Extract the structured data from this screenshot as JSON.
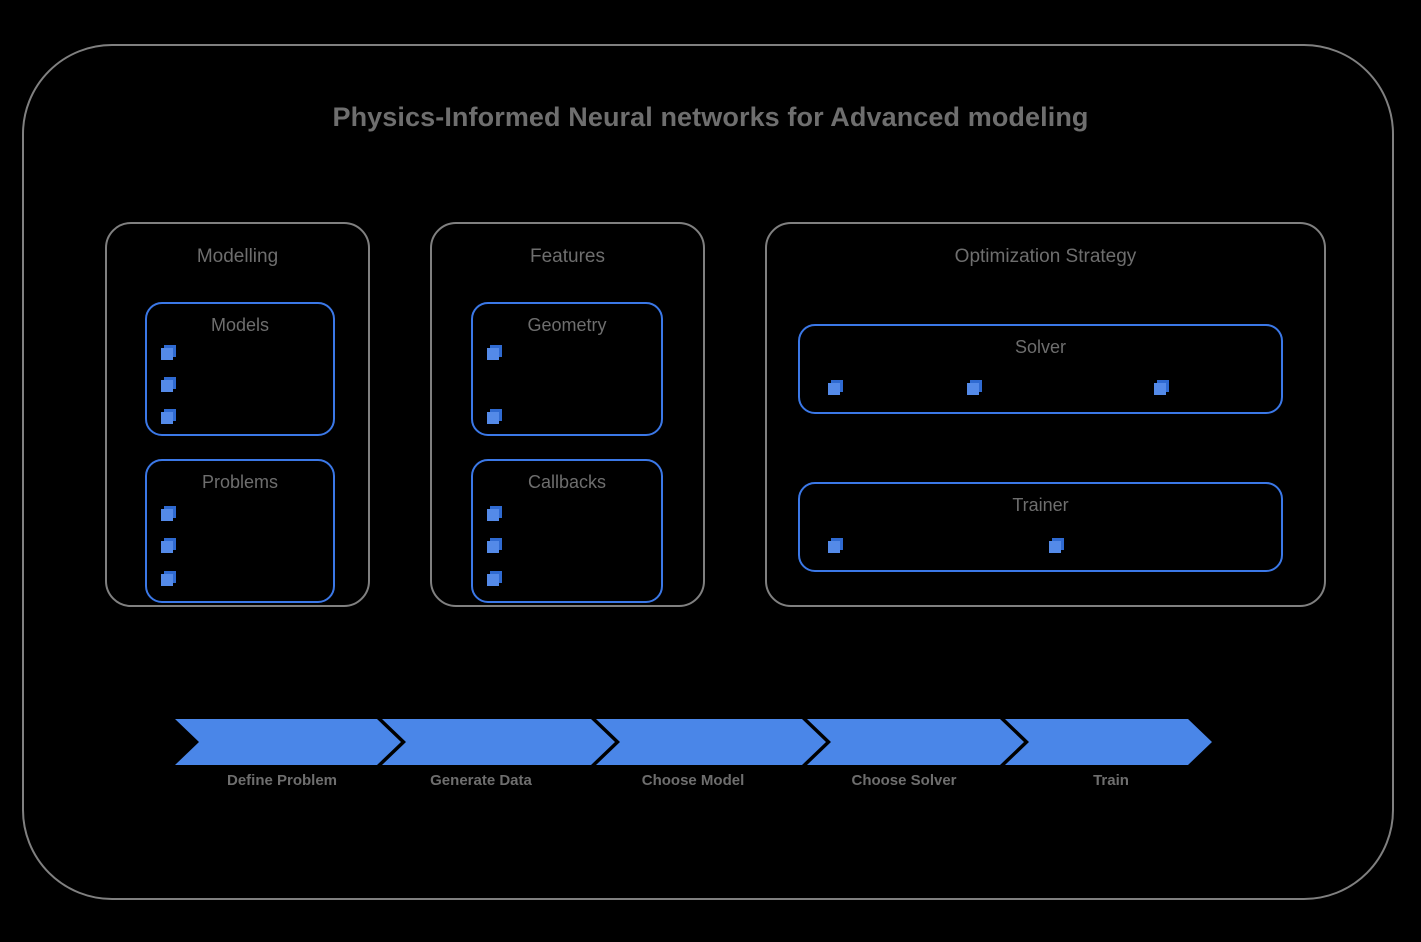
{
  "diagram": {
    "title": "Physics-Informed Neural networks for Advanced modeling",
    "colors": {
      "background": "#000000",
      "outer_border": "#808080",
      "group_border": "#808080",
      "card_border": "#3b78e7",
      "accent_blue": "#4a86e8",
      "cube_front": "#548ae8",
      "cube_back": "#2f6ad1",
      "text_gray": "#6e6e6e"
    }
  },
  "groups": [
    {
      "id": "modelling",
      "label": "Modelling",
      "cards": [
        {
          "id": "models",
          "label": "Models",
          "bullet_count": 3
        },
        {
          "id": "problems",
          "label": "Problems",
          "bullet_count": 3
        }
      ]
    },
    {
      "id": "features",
      "label": "Features",
      "cards": [
        {
          "id": "geometry",
          "label": "Geometry",
          "bullet_count": 2
        },
        {
          "id": "callbacks",
          "label": "Callbacks",
          "bullet_count": 3
        }
      ]
    },
    {
      "id": "optimization",
      "label": "Optimization Strategy",
      "cards": [
        {
          "id": "solver",
          "label": "Solver",
          "bullet_count": 3
        },
        {
          "id": "trainer",
          "label": "Trainer",
          "bullet_count": 2
        }
      ]
    }
  ],
  "pipeline": {
    "steps": [
      {
        "label": "Define Problem"
      },
      {
        "label": "Generate Data"
      },
      {
        "label": "Choose Model"
      },
      {
        "label": "Choose Solver"
      },
      {
        "label": "Train"
      }
    ]
  }
}
